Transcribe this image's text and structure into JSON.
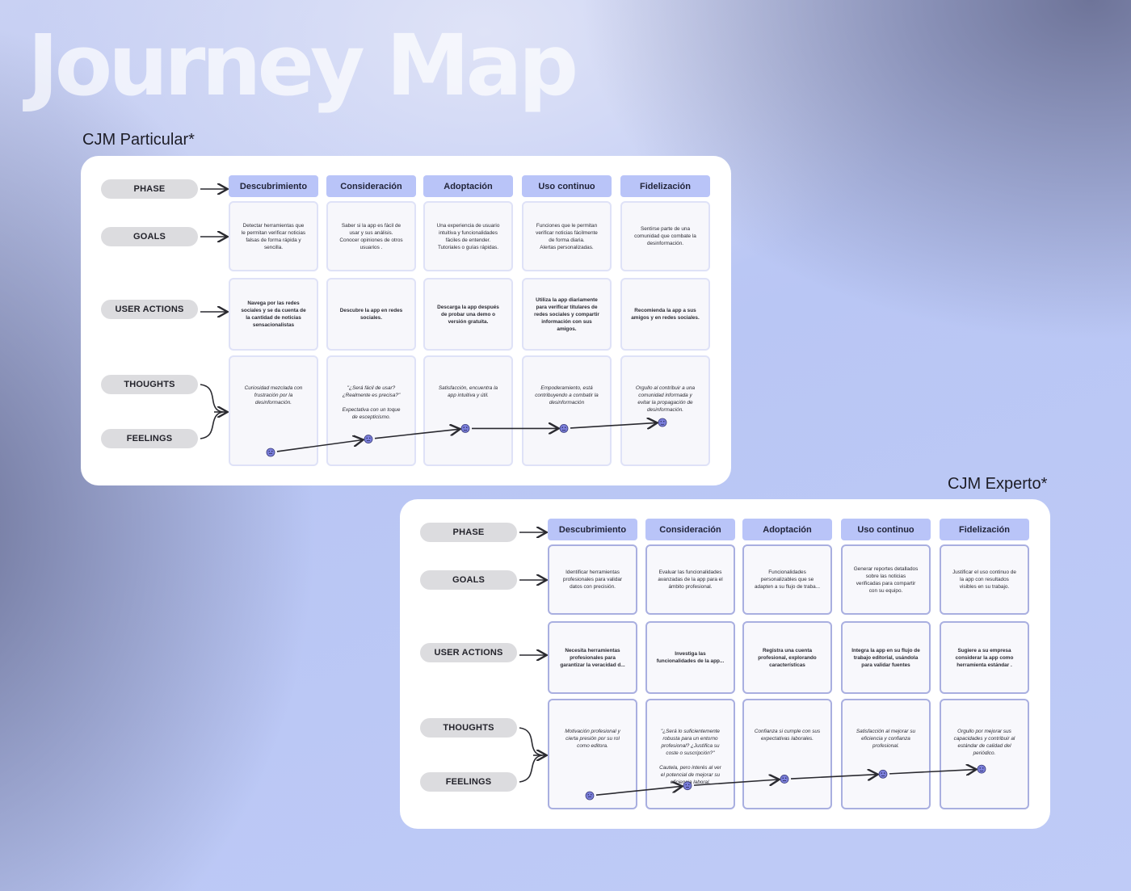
{
  "title": "Journey Map",
  "labels": {
    "phase": "PHASE",
    "goals": "GOALS",
    "user_actions": "USER ACTIONS",
    "thoughts": "THOUGHTS",
    "feelings": "FEELINGS"
  },
  "colors": {
    "phase_header": "#b9c4f8",
    "label_pill": "#dcdcdf",
    "emoji": "#7b7fdc",
    "arrow": "#2a2a30"
  },
  "particular": {
    "title": "CJM Particular*",
    "phases": [
      "Descubrimiento",
      "Consideración",
      "Adoptación",
      "Uso continuo",
      "Fidelización"
    ],
    "goals": [
      "Detectar herramientas que\nle permitan verificar noticias\nfalsas de forma rápida y\nsencilla.",
      "Saber si la app es fácil de\nusar y sus análisis.\nConocer opiniones de otros\nusuarios .",
      "Una experiencia de usuario\nintuitiva y funcionalidades\nfáciles de entender.\nTutoriales o guías rápidas.",
      "Funciones que le permitan\nverificar noticias fácilmente\nde forma diaria.\nAlertas personalizadas.",
      "Sentirse parte de una\ncomunidad que combate la\ndesinformación."
    ],
    "actions": [
      "Navega por las redes\nsociales y se da cuenta de\nla cantidad de noticias\nsensacionalistas",
      "Descubre la app en redes\nsociales.",
      "Descarga la app después\nde probar una demo o\nversión gratuita.",
      "Utiliza la app diariamente\npara verificar titulares de\nredes sociales y compartir\ninformación con sus\namigos.",
      "Recomienda la app a sus\namigos y en redes sociales."
    ],
    "thoughts": [
      "Curiosidad mezclada con\nfrustración por la\ndesinformación.",
      "\"¿Será fácil de usar?\n¿Realmente es precisa?\"\n\nExpectativa con un toque\nde escepticismo.",
      "Satisfacción, encuentra la\napp intuitiva y útil.",
      "Empoderamiento, está\ncontribuyendo a combatir la\ndesinformación",
      "Orgullo al contribuir a una\ncomunidad informada y\nevitar la propagación de\ndesinformación."
    ],
    "emotion_levels": [
      0.0,
      0.4,
      0.72,
      0.72,
      0.9
    ],
    "emotion_icons": [
      "neutral-face-icon",
      "confused-face-icon",
      "smile-face-icon",
      "smile-face-icon",
      "grin-face-icon"
    ]
  },
  "experto": {
    "title": "CJM Experto*",
    "phases": [
      "Descubrimiento",
      "Consideración",
      "Adoptación",
      "Uso continuo",
      "Fidelización"
    ],
    "goals": [
      "Identificar herramientas\nprofesionales para validar\ndatos con precisión.",
      "Evaluar las funcionalidades\navanzadas de la app para el\námbito profesional.",
      "Funcionalidades\npersonalizables que se\nadapten a su flujo de traba...",
      "Generar reportes detallados\nsobre las noticias\nverificadas para compartir\ncon su equipo.",
      "Justificar el uso continuo de\nla app con resultados\nvisibles en su trabajo."
    ],
    "actions": [
      "Necesita herramientas\nprofesionales para\ngarantizar la veracidad d...",
      "Investiga las\nfuncionalidades de la app...",
      "Registra una cuenta\nprofesional,  explorando\ncaracterísticas",
      "Integra la app en su flujo de\ntrabajo editorial, usándola\npara validar fuentes",
      "Sugiere a su empresa\nconsiderar la app como\nherramienta estándar ."
    ],
    "thoughts": [
      "Motivación profesional y\ncierta presión por su rol\ncomo editora.",
      "\"¿Será lo suficientemente\nrobusta para un entorno\nprofesional? ¿Justifica su\ncoste o suscripción?\"\n\nCautela, pero interés al ver\nel potencial de mejorar su\neficiencia laboral.",
      "Confianza si cumple con sus\nexpectativas laborales.",
      "Satisfacción al mejorar su\neficiencia y confianza\nprofesional.",
      "Orgullo por mejorar sus\ncapacidades y contribuir al\nestándar de calidad del\nperiódico."
    ],
    "emotion_levels": [
      0.0,
      0.3,
      0.5,
      0.65,
      0.8
    ],
    "emotion_icons": [
      "angry-face-icon",
      "sad-face-icon",
      "neutral-face-icon",
      "smile-face-icon",
      "grin-face-icon"
    ]
  }
}
